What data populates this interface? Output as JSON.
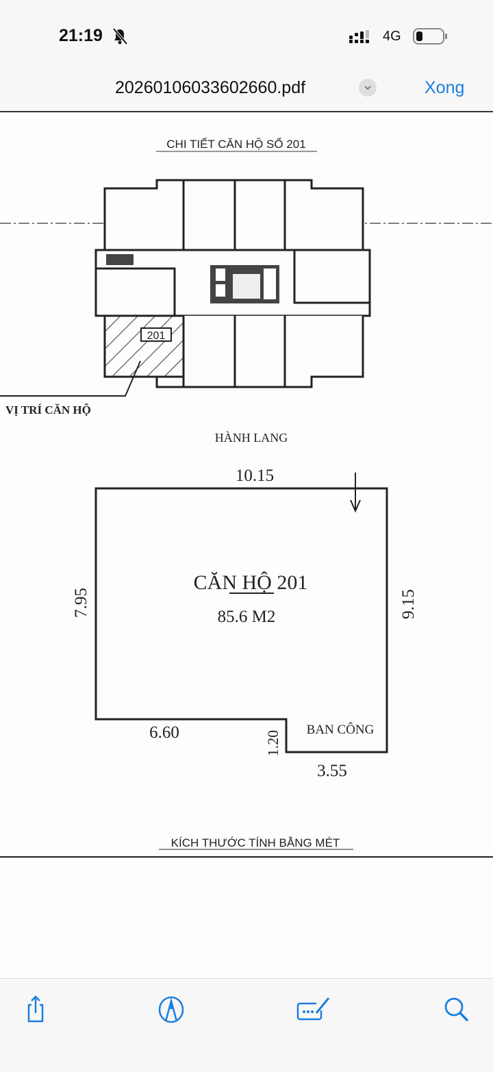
{
  "status_bar": {
    "time": "21:19",
    "network": "4G",
    "icons": [
      "bell-slash-icon",
      "signal-icon",
      "battery-icon"
    ]
  },
  "nav": {
    "filename": "20260106033602660.pdf",
    "done_label": "Xong",
    "accent": "#1a7fe0"
  },
  "document": {
    "title": "CHI TIẾT CĂN HỘ SỐ 201",
    "unit_tag": "201",
    "location_label": "VỊ TRÍ CĂN HỘ",
    "corridor_label": "HÀNH LANG",
    "apartment_name": "CĂN HỘ 201",
    "area": "85.6 M2",
    "dims": {
      "top": "10.15",
      "left": "7.95",
      "right": "9.15",
      "bottom_left": "6.60",
      "step": "1.20",
      "balcony_width": "3.55"
    },
    "balcony_label": "BAN CÔNG",
    "footer_note": "KÍCH THƯỚC TÍNH BẰNG MÉT"
  },
  "toolbar": {
    "icons": [
      "share-icon",
      "markup-icon",
      "form-fill-icon",
      "search-icon"
    ]
  }
}
